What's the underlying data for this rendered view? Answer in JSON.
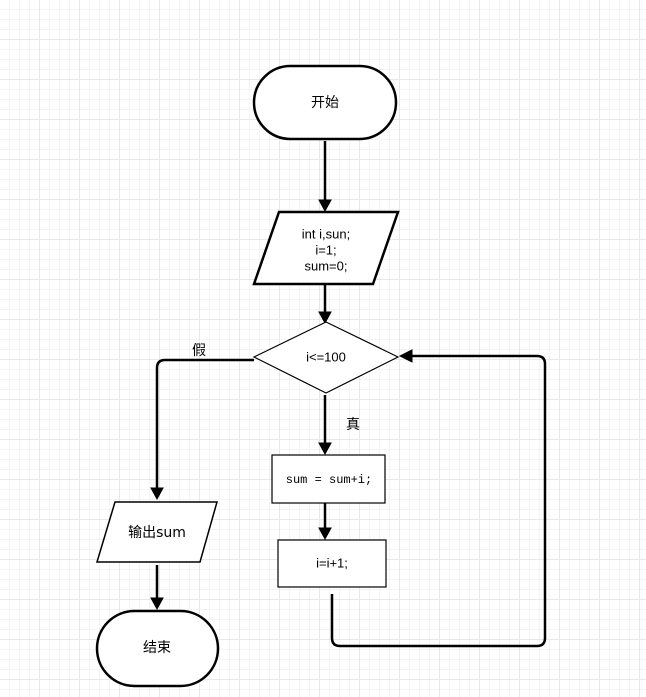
{
  "diagram": {
    "nodes": {
      "start": "开始",
      "declare": [
        "int i,sun;",
        "i=1;",
        "sum=0;"
      ],
      "condition": "i<=100",
      "body": "sum = sum+i;",
      "increment": "i=i+1;",
      "output": "输出sum",
      "end": "结束"
    },
    "edge_labels": {
      "true": "真",
      "false": "假"
    }
  }
}
